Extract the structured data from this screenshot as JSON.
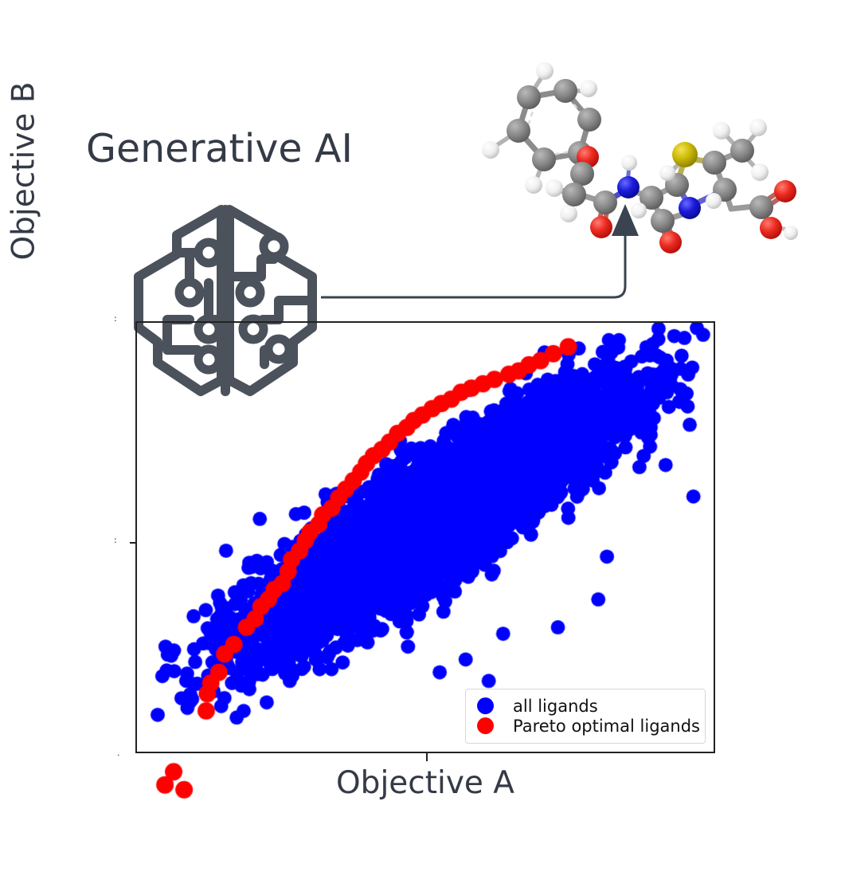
{
  "figure": {
    "title": "Generative AI",
    "title_color": "#343a46"
  },
  "icons": {
    "brain": "ai-brain-circuit-icon",
    "molecule": "ligand-molecule-3d-icon",
    "arrow": "generation-arrow-icon"
  },
  "molecule": {
    "name": "ligand-molecule-3d",
    "atom_colors": {
      "carbon": "#808080",
      "hydrogen": "#f2f2f2",
      "oxygen": "#e81c1c",
      "nitrogen": "#1414d2",
      "sulfur": "#ccbb00"
    }
  },
  "plot": {
    "xlabel": "Objective A",
    "ylabel": "Objective B",
    "frame_color": "#222222",
    "legend": {
      "entries": [
        {
          "label": "all ligands",
          "color": "#0000ff",
          "marker": "circle"
        },
        {
          "label": "Pareto optimal ligands",
          "color": "#ff0000",
          "marker": "circle"
        }
      ]
    }
  },
  "chart_data": {
    "type": "scatter",
    "title": "",
    "xlabel": "Objective A",
    "ylabel": "Objective B",
    "xlim": [
      0,
      1
    ],
    "ylim": [
      0,
      1
    ],
    "grid": false,
    "legend_position": "lower right",
    "xticks": [
      0.5
    ],
    "xticklabels": [
      ""
    ],
    "yticks": [
      0.5
    ],
    "yticklabels": [
      ""
    ],
    "series": [
      {
        "name": "all ligands",
        "color": "#0000ff",
        "marker": "circle",
        "marker_size": 18,
        "count": 6000,
        "description": "Dense elongated positively-correlated cloud of ligands spanning from lower-left (~0.12,0.10) to upper-right (~0.95,0.93); correlation approx 0.85, with scattered low-density outliers below and right of the main mass.",
        "distribution": {
          "kind": "correlated_gaussian",
          "mean_x": 0.52,
          "mean_y": 0.55,
          "std_x": 0.155,
          "std_y": 0.145,
          "correlation": 0.88
        },
        "outliers": [
          [
            0.925,
            0.895
          ],
          [
            0.955,
            0.805
          ],
          [
            0.965,
            0.595
          ],
          [
            0.815,
            0.455
          ],
          [
            0.8,
            0.355
          ],
          [
            0.73,
            0.29
          ],
          [
            0.635,
            0.275
          ],
          [
            0.57,
            0.215
          ],
          [
            0.61,
            0.165
          ],
          [
            0.525,
            0.185
          ],
          [
            0.47,
            0.245
          ],
          [
            0.4,
            0.255
          ],
          [
            0.33,
            0.22
          ],
          [
            0.265,
            0.165
          ],
          [
            0.225,
            0.115
          ],
          [
            0.185,
            0.095
          ]
        ]
      },
      {
        "name": "Pareto optimal ligands",
        "color": "#ff0000",
        "marker": "circle",
        "marker_size": 22,
        "count": 48,
        "description": "Red points lie on the upper-left frontier of the blue cloud, forming a rising staircase from lower-left to upper-middle; three additional red markers sit below the x-axis outside the plot frame.",
        "points": [
          [
            0.12,
            0.095
          ],
          [
            0.122,
            0.135
          ],
          [
            0.128,
            0.16
          ],
          [
            0.142,
            0.185
          ],
          [
            0.152,
            0.228
          ],
          [
            0.168,
            0.25
          ],
          [
            0.19,
            0.29
          ],
          [
            0.205,
            0.31
          ],
          [
            0.215,
            0.338
          ],
          [
            0.228,
            0.355
          ],
          [
            0.238,
            0.378
          ],
          [
            0.252,
            0.392
          ],
          [
            0.262,
            0.42
          ],
          [
            0.268,
            0.448
          ],
          [
            0.282,
            0.468
          ],
          [
            0.292,
            0.492
          ],
          [
            0.3,
            0.512
          ],
          [
            0.315,
            0.53
          ],
          [
            0.322,
            0.552
          ],
          [
            0.338,
            0.568
          ],
          [
            0.35,
            0.592
          ],
          [
            0.362,
            0.612
          ],
          [
            0.375,
            0.632
          ],
          [
            0.388,
            0.652
          ],
          [
            0.398,
            0.672
          ],
          [
            0.41,
            0.69
          ],
          [
            0.425,
            0.705
          ],
          [
            0.438,
            0.722
          ],
          [
            0.452,
            0.742
          ],
          [
            0.468,
            0.756
          ],
          [
            0.48,
            0.772
          ],
          [
            0.495,
            0.785
          ],
          [
            0.512,
            0.8
          ],
          [
            0.528,
            0.812
          ],
          [
            0.545,
            0.822
          ],
          [
            0.562,
            0.838
          ],
          [
            0.58,
            0.848
          ],
          [
            0.6,
            0.858
          ],
          [
            0.62,
            0.868
          ],
          [
            0.645,
            0.88
          ],
          [
            0.662,
            0.888
          ],
          [
            0.68,
            0.902
          ],
          [
            0.7,
            0.912
          ],
          [
            0.722,
            0.928
          ],
          [
            0.748,
            0.944
          ]
        ],
        "offscale_points": [
          [
            0.066,
            -0.045
          ],
          [
            0.051,
            -0.077
          ],
          [
            0.084,
            -0.089
          ]
        ]
      }
    ]
  }
}
